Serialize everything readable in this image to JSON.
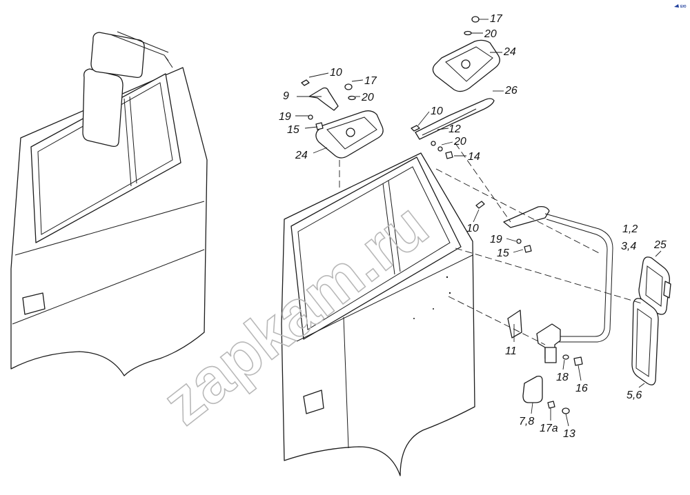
{
  "watermark": "zapkam.ru",
  "corner_badge": "ЕЮ",
  "colors": {
    "ink": "#1a1a1a",
    "watermark": "#b8b8b8",
    "badge": "#1f3f9c"
  },
  "callouts": {
    "c17_top": "17",
    "c20_top": "20",
    "c24_top": "24",
    "c26": "26",
    "c10_top": "10",
    "c17_mid": "17",
    "c9": "9",
    "c20_mid": "20",
    "c19_left": "19",
    "c15_left": "15",
    "c24_left": "24",
    "c10_mid": "10",
    "c12": "12",
    "c20_right": "20",
    "c14": "14",
    "c10_low": "10",
    "c1_2": "1,2",
    "c3_4": "3,4",
    "c19_right": "19",
    "c15_right": "15",
    "c25": "25",
    "c11": "11",
    "c18": "18",
    "c16": "16",
    "c5_6": "5,6",
    "c7_8": "7,8",
    "c17a": "17а",
    "c13": "13"
  }
}
